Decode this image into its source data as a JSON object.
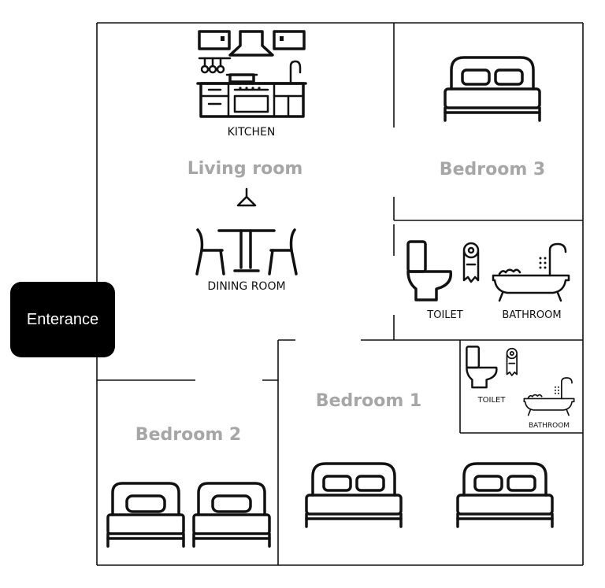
{
  "labels": {
    "kitchen": "KITCHEN",
    "living_room": "Living room",
    "dining_room": "DINING ROOM",
    "bedroom_1": "Bedroom 1",
    "bedroom_2": "Bedroom 2",
    "bedroom_3": "Bedroom 3",
    "toilet_main": "TOILET",
    "bathroom_main": "BATHROOM",
    "toilet_ensuite": "TOILET",
    "bathroom_ensuite": "BATHROOM",
    "entrance": "Enterance"
  },
  "icons": {
    "kitchen": "kitchen-icon",
    "dining": "dining-table-icon",
    "lamp": "ceiling-lamp-icon",
    "bed": "double-bed-icon",
    "single_bed": "single-bed-icon",
    "toilet": "toilet-icon",
    "toilet_paper": "toilet-paper-icon",
    "bathtub": "bathtub-icon"
  },
  "colors": {
    "room_label": "#a6a6a6",
    "walls": "#111111",
    "entrance_bg": "#000000",
    "entrance_text": "#ffffff"
  }
}
